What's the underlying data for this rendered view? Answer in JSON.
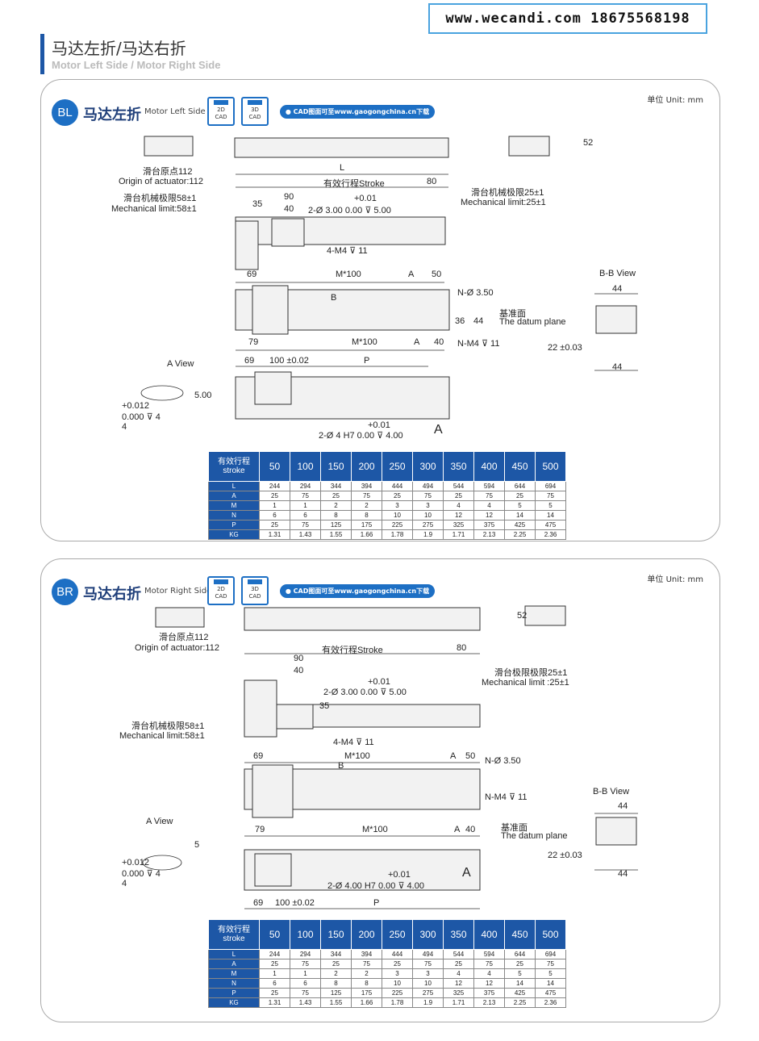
{
  "contact": "www.wecandi.com 18675568198",
  "section": {
    "title": "马达左折/马达右折",
    "subtitle": "Motor Left Side / Motor Right Side"
  },
  "common": {
    "unit": "单位 Unit: mm",
    "cad2d": {
      "top": "2D",
      "bottom": "CAD"
    },
    "cad3d": {
      "top": "3D",
      "bottom": "CAD"
    },
    "cad_link": "● CAD图面可至www.gaogongchina.cn下载"
  },
  "panels": [
    {
      "badge": "BL",
      "title": "马达左折",
      "subtitle": "Motor Left Side",
      "labels": {
        "h52": "52",
        "L": "L",
        "origin_cn": "滑台原点112",
        "origin_en": "Origin of actuator:112",
        "stroke": "有效行程Stroke",
        "d80": "80",
        "mech_cn": "滑台机械极限58±1",
        "mech_en": "Mechanical limit:58±1",
        "mechr_cn": "滑台机械极限25±1",
        "mechr_en": "Mechanical limit:25±1",
        "d35": "35",
        "d90": "90",
        "d40": "40",
        "tol01": "+0.01",
        "hole": "2-Ø 3.00  0.00 ⊽ 5.00",
        "m4": "4-M4 ⊽ 11",
        "d69": "69",
        "m100": "M*100",
        "A": "A",
        "d50": "50",
        "n350": "N-Ø 3.50",
        "d36": "36",
        "d44": "44",
        "datum_cn": "基准面",
        "datum_en": "The datum plane",
        "b": "B",
        "d79": "79",
        "m100b": "M*100",
        "Ab": "A",
        "d40b": "40",
        "nm4": "N-M4 ⊽ 11",
        "bbview": "B-B View",
        "bb44": "44",
        "bb2203": "22 ±0.03",
        "bb44b": "44",
        "aview": "A View",
        "d500": "5.00",
        "tolv": "+0.012",
        "tolv2": "0.000 ⊽ 4",
        "d4": "4",
        "d69b": "69",
        "d100": "100 ±0.02",
        "P": "P",
        "tol01b": "+0.01",
        "hole2": "2-Ø 4 H7   0.00 ⊽ 4.00",
        "Aarrow": "A"
      },
      "table": {
        "head_cn": "有效行程",
        "head_en": "stroke",
        "cols": [
          "50",
          "100",
          "150",
          "200",
          "250",
          "300",
          "350",
          "400",
          "450",
          "500"
        ],
        "rows": [
          {
            "name": "L",
            "vals": [
              "244",
              "294",
              "344",
              "394",
              "444",
              "494",
              "544",
              "594",
              "644",
              "694"
            ]
          },
          {
            "name": "A",
            "vals": [
              "25",
              "75",
              "25",
              "75",
              "25",
              "75",
              "25",
              "75",
              "25",
              "75"
            ]
          },
          {
            "name": "M",
            "vals": [
              "1",
              "1",
              "2",
              "2",
              "3",
              "3",
              "4",
              "4",
              "5",
              "5"
            ]
          },
          {
            "name": "N",
            "vals": [
              "6",
              "6",
              "8",
              "8",
              "10",
              "10",
              "12",
              "12",
              "14",
              "14"
            ]
          },
          {
            "name": "P",
            "vals": [
              "25",
              "75",
              "125",
              "175",
              "225",
              "275",
              "325",
              "375",
              "425",
              "475"
            ]
          },
          {
            "name": "KG",
            "vals": [
              "1.31",
              "1.43",
              "1.55",
              "1.66",
              "1.78",
              "1.9",
              "1.71",
              "2.13",
              "2.25",
              "2.36"
            ]
          }
        ]
      }
    },
    {
      "badge": "BR",
      "title": "马达右折",
      "subtitle": "Motor Right Side",
      "labels": {
        "h52": "52",
        "origin_cn": "滑台原点112",
        "origin_en": "Origin of actuator:112",
        "stroke": "有效行程Stroke",
        "d80": "80",
        "d90": "90",
        "d40": "40",
        "mechr_cn": "滑台极限极限25±1",
        "mechr_en": "Mechanical limit :25±1",
        "tol01": "+0.01",
        "hole": "2-Ø 3.00  0.00 ⊽ 5.00",
        "d35": "35",
        "mech_cn": "滑台机械极限58±1",
        "mech_en": "Mechanical limit:58±1",
        "m4": "4-M4 ⊽ 11",
        "d69": "69",
        "m100": "M*100",
        "A": "A",
        "d50": "50",
        "n350": "N-Ø 3.50",
        "b": "B",
        "nm4": "N-M4 ⊽ 11",
        "bbview": "B-B View",
        "bb44": "44",
        "aview": "A View",
        "d5": "5",
        "datum_cn": "基准面",
        "datum_en": "The datum plane",
        "d79": "79",
        "m100b": "M*100",
        "Ab": "A",
        "d40b": "40",
        "bb2203": "22 ±0.03",
        "tolv": "+0.012",
        "tolv2": "0.000 ⊽ 4",
        "d4": "4",
        "tol01b": "+0.01",
        "hole2": "2-Ø 4.00 H7   0.00 ⊽ 4.00",
        "Aarrow": "A",
        "bb44b": "44",
        "d69b": "69",
        "d100": "100 ±0.02",
        "P": "P"
      },
      "table": {
        "head_cn": "有效行程",
        "head_en": "stroke",
        "cols": [
          "50",
          "100",
          "150",
          "200",
          "250",
          "300",
          "350",
          "400",
          "450",
          "500"
        ],
        "rows": [
          {
            "name": "L",
            "vals": [
              "244",
              "294",
              "344",
              "394",
              "444",
              "494",
              "544",
              "594",
              "644",
              "694"
            ]
          },
          {
            "name": "A",
            "vals": [
              "25",
              "75",
              "25",
              "75",
              "25",
              "75",
              "25",
              "75",
              "25",
              "75"
            ]
          },
          {
            "name": "M",
            "vals": [
              "1",
              "1",
              "2",
              "2",
              "3",
              "3",
              "4",
              "4",
              "5",
              "5"
            ]
          },
          {
            "name": "N",
            "vals": [
              "6",
              "6",
              "8",
              "8",
              "10",
              "10",
              "12",
              "12",
              "14",
              "14"
            ]
          },
          {
            "name": "P",
            "vals": [
              "25",
              "75",
              "125",
              "175",
              "225",
              "275",
              "325",
              "375",
              "425",
              "475"
            ]
          },
          {
            "name": "KG",
            "vals": [
              "1.31",
              "1.43",
              "1.55",
              "1.66",
              "1.78",
              "1.9",
              "1.71",
              "2.13",
              "2.25",
              "2.36"
            ]
          }
        ]
      }
    }
  ]
}
